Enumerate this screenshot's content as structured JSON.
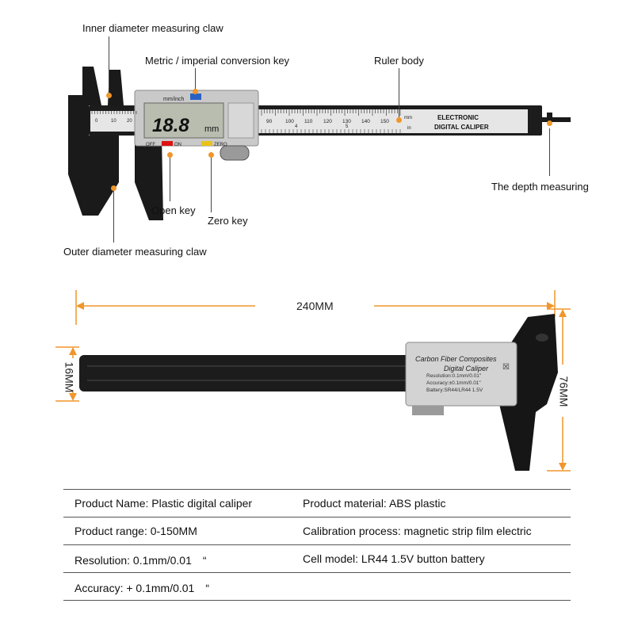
{
  "callouts": {
    "inner_claw": "Inner diameter measuring claw",
    "conversion_key": "Metric / imperial conversion key",
    "ruler_body": "Ruler body",
    "depth": "The depth measuring",
    "open_key": "Open key",
    "zero_key": "Zero key",
    "outer_claw": "Outer diameter measuring claw"
  },
  "caliper_top": {
    "unit_label": "mm/inch",
    "display": "18.8",
    "display_unit": "mm",
    "off_label": "OFF",
    "on_label": "ON",
    "zero_label": "ZERO",
    "ruler_title_1": "ELECTRONIC",
    "ruler_title_2": "DIGITAL CALIPER",
    "mm_label": "mm",
    "in_label": "in",
    "scale_left": [
      "0",
      "10",
      "20"
    ],
    "scale_right": [
      "90",
      "100",
      "110",
      "120",
      "130",
      "140",
      "150"
    ],
    "inch_marks": [
      "4",
      "5"
    ]
  },
  "dimensions": {
    "length": "240MM",
    "width": "16MM",
    "height": "76MM"
  },
  "caliper_back": {
    "label_1": "Carbon Fiber Composites",
    "label_2": "Digital Caliper",
    "spec_1": "Resolution:0.1mm/0.01\"",
    "spec_2": "Accuracy:±0.1mm/0.01\"",
    "spec_3": "Battery:SR44/LR44 1.5V"
  },
  "specs": [
    {
      "left": "Product Name: Plastic digital caliper",
      "right": "Product material: ABS plastic"
    },
    {
      "left": "Product range: 0-150MM",
      "right": "Calibration process: magnetic strip film electric"
    },
    {
      "left": "Resolution: 0.1mm/0.01　“",
      "right": "Cell model: LR44 1.5V button battery"
    },
    {
      "left": "Accuracy: + 0.1mm/0.01　“",
      "right": ""
    }
  ],
  "colors": {
    "accent": "#f0962a",
    "caliper_body": "#1a1a1a",
    "housing": "#c8c8c8",
    "lcd": "#b9bdb0"
  }
}
